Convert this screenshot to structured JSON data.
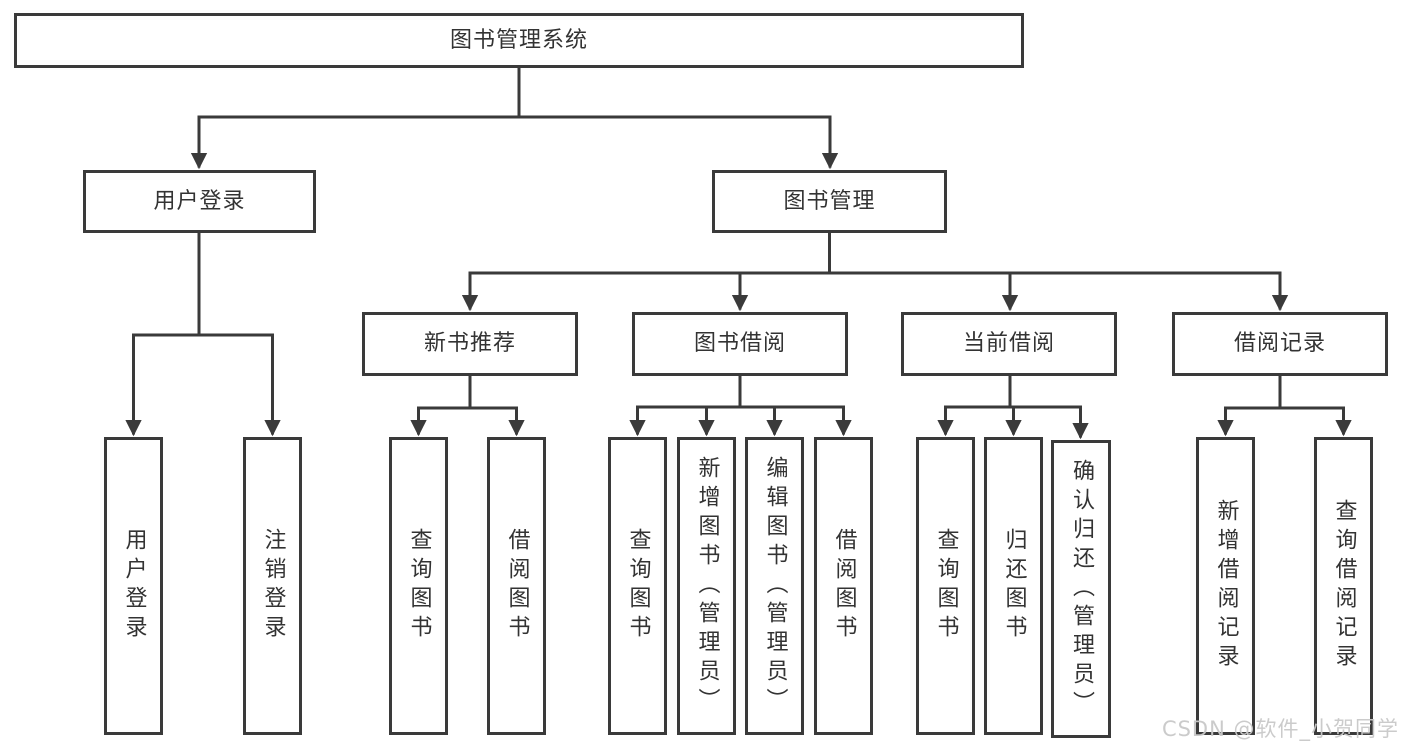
{
  "colors": {
    "line": "#3a3a3a",
    "text": "#333333",
    "watermark": "#c9c9c9",
    "background": "#ffffff"
  },
  "watermark": "CSDN @软件_小贺同学",
  "tree": {
    "root": {
      "label": "图书管理系统"
    },
    "branches": [
      {
        "label": "用户登录",
        "children": [
          {
            "label": "用户登录"
          },
          {
            "label": "注销登录"
          }
        ]
      },
      {
        "label": "图书管理",
        "children": [
          {
            "label": "新书推荐",
            "children": [
              {
                "label": "查询图书"
              },
              {
                "label": "借阅图书"
              }
            ]
          },
          {
            "label": "图书借阅",
            "children": [
              {
                "label": "查询图书"
              },
              {
                "label": "新增图书（管理员）"
              },
              {
                "label": "编辑图书（管理员）"
              },
              {
                "label": "借阅图书"
              }
            ]
          },
          {
            "label": "当前借阅",
            "children": [
              {
                "label": "查询图书"
              },
              {
                "label": "归还图书"
              },
              {
                "label": "确认归还（管理员）"
              }
            ]
          },
          {
            "label": "借阅记录",
            "children": [
              {
                "label": "新增借阅记录"
              },
              {
                "label": "查询借阅记录"
              }
            ]
          }
        ]
      }
    ]
  }
}
